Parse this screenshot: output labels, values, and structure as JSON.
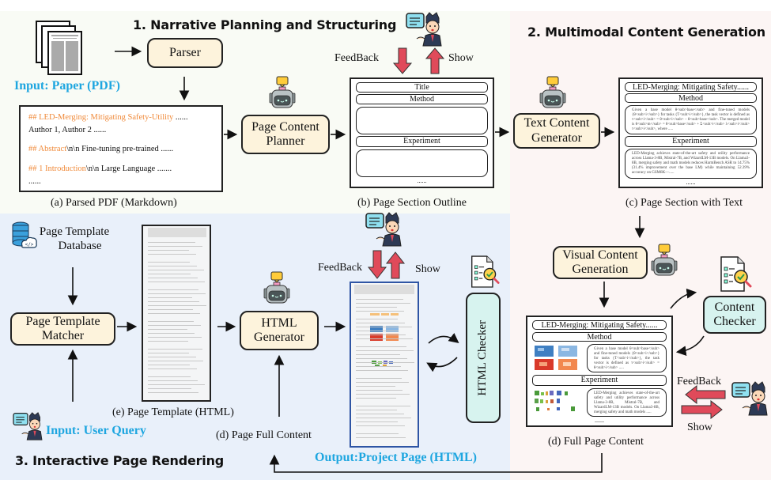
{
  "stages": {
    "stage1_title": "1. Narrative Planning and Structuring",
    "stage2_title": "2. Multimodal Content Generation",
    "stage3_title": "3. Interactive Page Rendering"
  },
  "inputs": {
    "paper": "Input: Paper (PDF)",
    "user_query": "Input: User Query",
    "output": "Output:Project Page (HTML)"
  },
  "modules": {
    "parser": "Parser",
    "page_content_planner": [
      "Page Content",
      "Planner"
    ],
    "text_content_generator": [
      "Text Content",
      "Generator"
    ],
    "visual_content_generation": [
      "Visual Content",
      "Generation"
    ],
    "content_checker": [
      "Content",
      "Checker"
    ],
    "page_template_matcher": [
      "Page Template",
      "Matcher"
    ],
    "html_generator": [
      "HTML",
      "Generator"
    ],
    "html_checker": "HTML  Checker",
    "page_template_database": [
      "Page Template",
      "Database"
    ]
  },
  "feedback": {
    "feedback_label": "FeedBack",
    "show_label": "Show"
  },
  "parsed_pdf": {
    "lines": [
      {
        "orange": "## LED-Merging: Mitigating Safety-Utility",
        "rest": " ......"
      },
      {
        "orange": "",
        "rest": "Author 1, Author 2 ......"
      },
      {
        "orange": "## Abstract",
        "rest": "\\n\\n Fine-tuning pre-trained ......"
      },
      {
        "orange": "## 1 Introduction",
        "rest": "\\n\\n Large Language ......."
      },
      {
        "orange": "",
        "rest": "......"
      }
    ]
  },
  "outline": {
    "title": "Title",
    "method": "Method",
    "experiment": "Experiment",
    "more": "......"
  },
  "section_text": {
    "title": "LED-Merging: Mitigating Safety......",
    "method": "Method",
    "method_text": "Given a base model θ<sub>base</sub> and fine-tuned models {θ<sub>i</sub>} for tasks {T<sub>i</sub>}, the task vector is defined as τ<sub>i</sub> = θ<sub>i</sub> − θ<sub>base</sub>. The merged model is θ<sub>m</sub> = θ<sub>base</sub> + Σ<sub>i</sub> λ<sub>i</sub> τ<sub>i</sub>, where .....",
    "experiment": "Experiment",
    "experiment_text": "LED-Merging achieves state-of-the-art safety and utility performance across Llama-3-8B, Mistral-7B, and WizardLM-13B models. On Llama3-8B, merging safety and math models reduces HarmBench ASR to 14.75% (31.4% improvement over the base LM) while maintaining 52.39% accuracy on GSM8K—.....",
    "more": "......"
  },
  "full_page": {
    "title": "LED-Merging: Mitigating Safety......",
    "method": "Method",
    "method_text": "Given a base model θ<sub>base</sub> and fine-tuned models {θ<sub>i</sub>} for tasks {T<sub>i</sub>}, the task vector is defined as τ<sub>i</sub> = θ<sub>i</sub> .....",
    "experiment": "Experiment",
    "experiment_text": "LED-Merging achieves state-of-the-art safety and utility performance across Llama-3-8B, Mistral-7B, and WizardLM-13B models. On Llama3-8B, merging safety and math models .....",
    "more": "......"
  },
  "captions": {
    "a": "(a) Parsed PDF (Markdown)",
    "b": "(b) Page Section Outline",
    "c": "(c) Page Section with Text",
    "d_full": "(d) Full Page Content",
    "d_page": "(d) Page Full Content",
    "e": "(e) Page Template (HTML)"
  },
  "colors": {
    "accent_blue": "#1ea6e0",
    "feedback_red": "#e04a5a",
    "module_fill": "#fdf3dc",
    "checker_fill": "#d7f3ef",
    "markdown_orange": "#f08a3a"
  }
}
